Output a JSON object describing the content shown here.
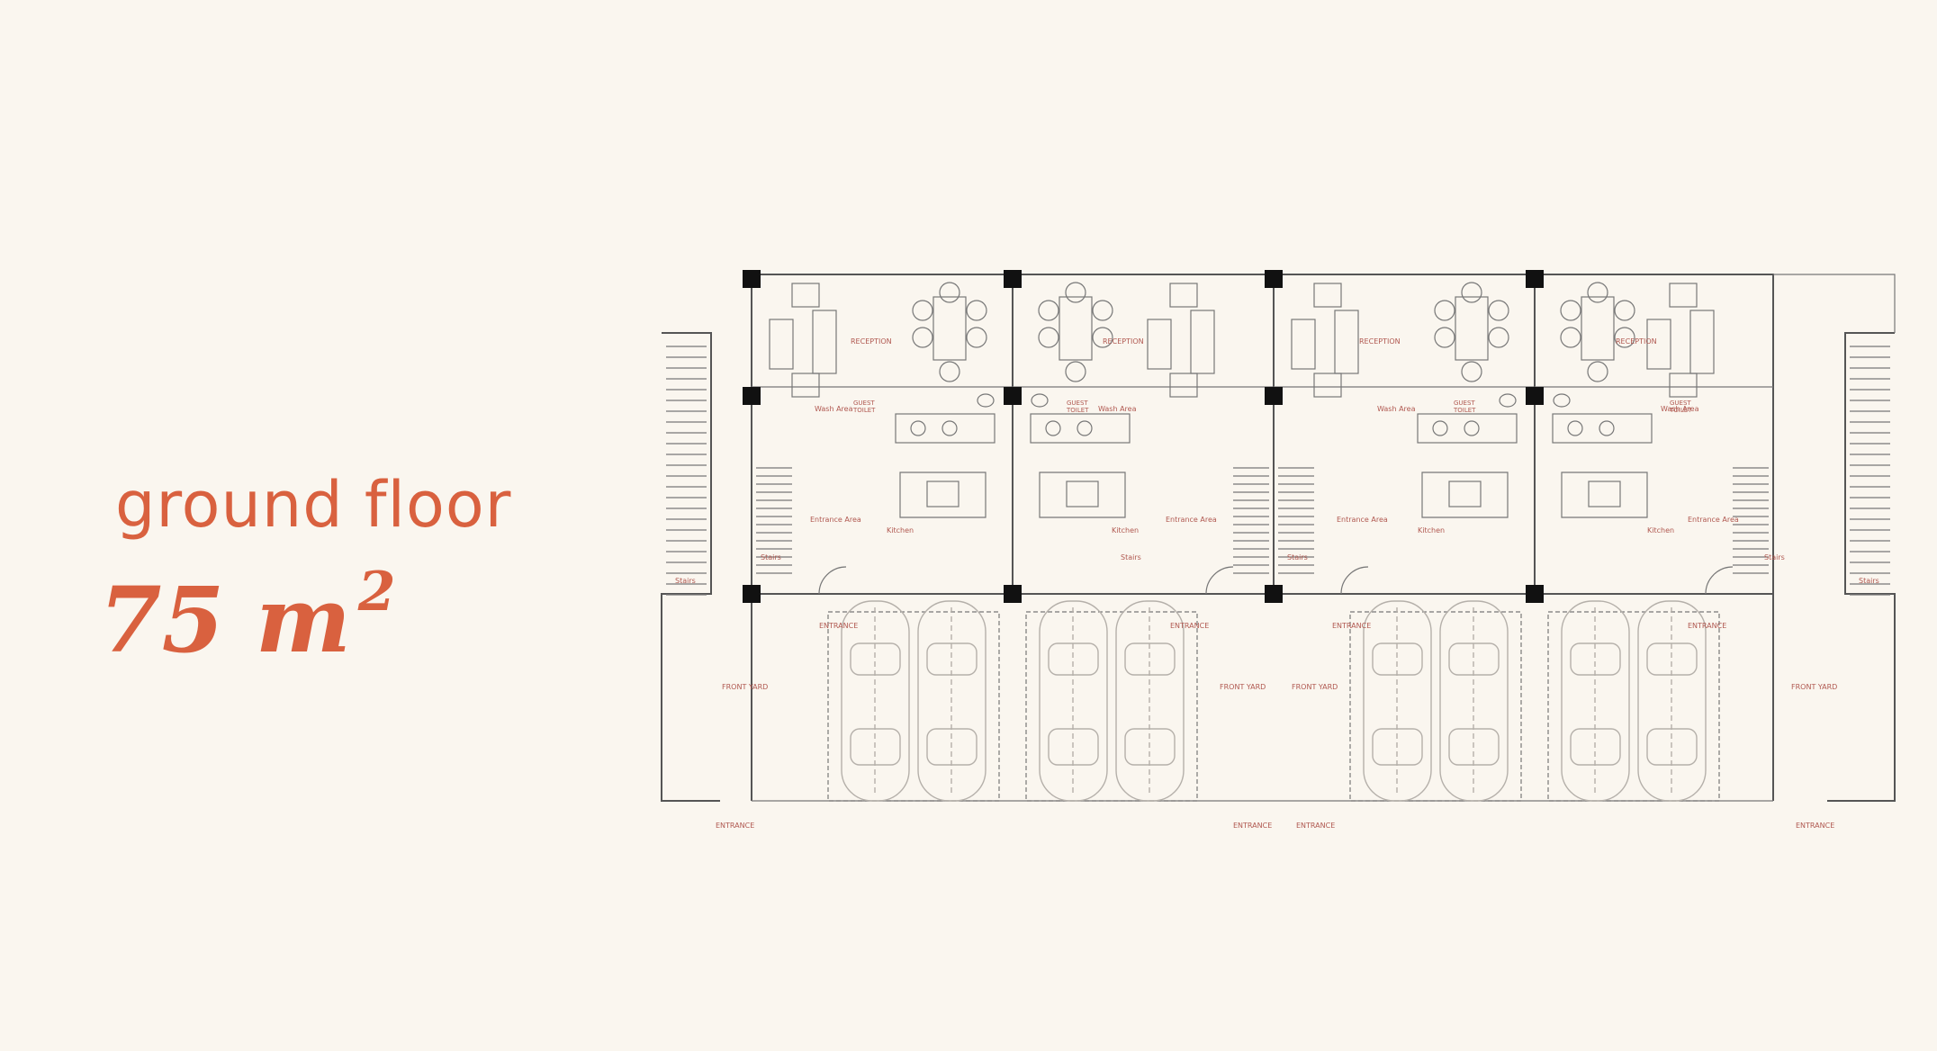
{
  "heading": {
    "title": "ground floor",
    "area_value": "75 m",
    "area_exponent": "2"
  },
  "plan_labels": {
    "reception": "RECEPTION",
    "wash_area": "Wash Area",
    "guest_toilet_line1": "GUEST",
    "guest_toilet_line2": "TOILET",
    "entrance_area": "Entrance Area",
    "kitchen": "Kitchen",
    "stairs": "Stairs",
    "front_yard": "FRONT YARD",
    "entrance": "ENTRANCE"
  },
  "colors": {
    "accent": "#d9613f",
    "background": "#faf6ef",
    "label": "#b05850"
  }
}
